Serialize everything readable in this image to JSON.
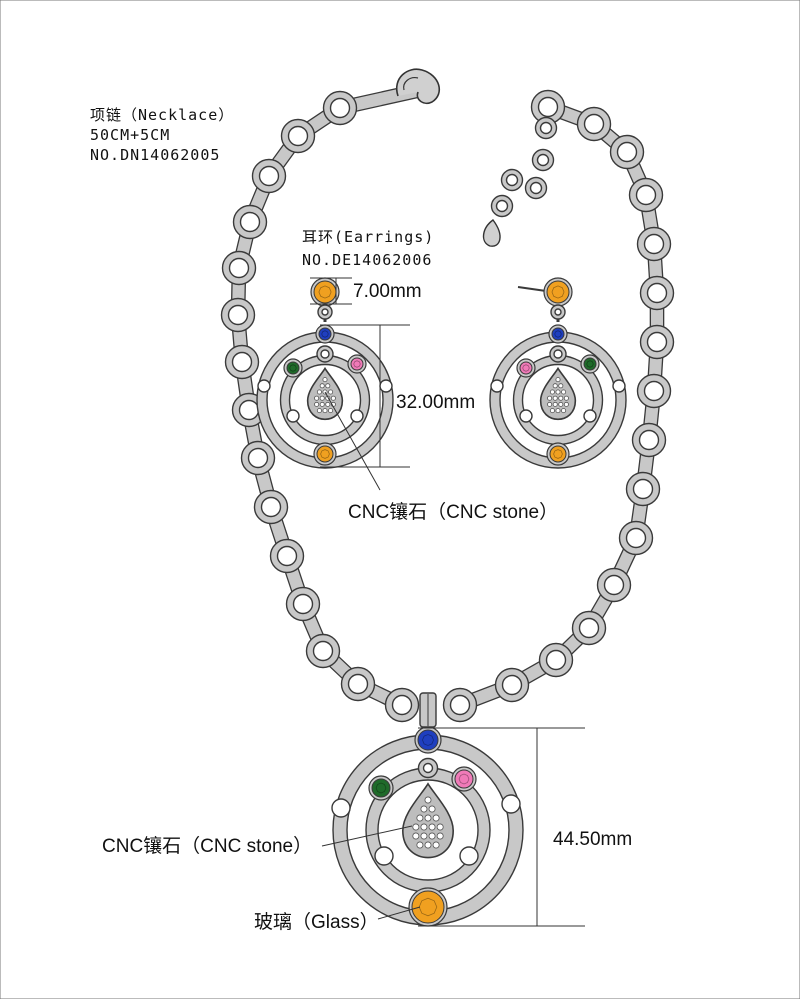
{
  "necklace": {
    "title": "项链（Necklace）",
    "length": "50CM+5CM",
    "number": "NO.DN14062005"
  },
  "earrings": {
    "title": "耳环(Earrings)",
    "number": "NO.DE14062006",
    "stud_size": "7.00mm",
    "drop_size": "32.00mm",
    "stone_label": "CNC镶石（CNC stone）"
  },
  "pendant": {
    "height": "44.50mm",
    "stone_label": "CNC镶石（CNC stone）",
    "glass_label": "玻璃（Glass）"
  },
  "colors": {
    "metal": "#c8c8c8",
    "outline": "#3a3a3a",
    "gem_blue": "#1f3fbf",
    "gem_orange": "#f0a020",
    "gem_green": "#1f6b2a",
    "gem_pink": "#f07ab8"
  }
}
